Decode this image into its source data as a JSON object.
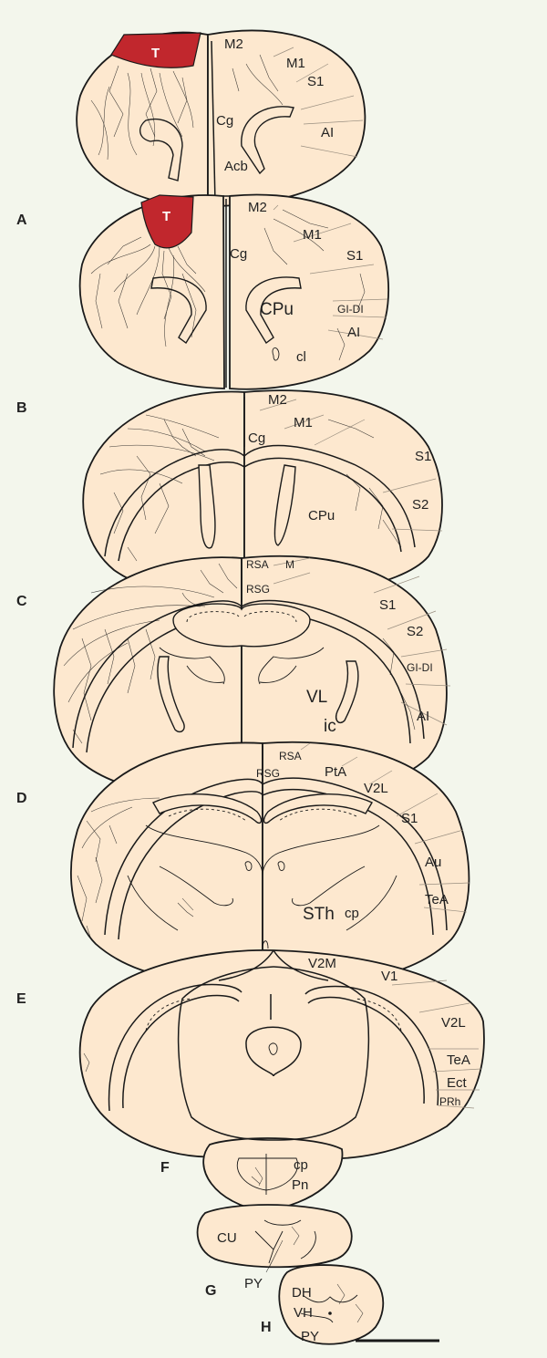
{
  "panel_letters": {
    "A": "A",
    "B": "B",
    "C": "C",
    "D": "D",
    "E": "E",
    "F": "F",
    "G": "G",
    "H": "H"
  },
  "tumor_label": "T",
  "region_labels": {
    "top": {
      "M2": "M2",
      "M1": "M1",
      "S1": "S1",
      "Cg": "Cg",
      "AI": "AI",
      "Acb": "Acb"
    },
    "a": {
      "M2": "M2",
      "M1": "M1",
      "S1": "S1",
      "Cg": "Cg",
      "CPu": "CPu",
      "GIDI": "GI-DI",
      "AI": "AI",
      "cl": "cl"
    },
    "b": {
      "M2": "M2",
      "M1": "M1",
      "Cg": "Cg",
      "S1": "S1",
      "S2": "S2",
      "CPu": "CPu"
    },
    "c": {
      "RSA": "RSA",
      "M": "M",
      "RSG": "RSG",
      "S1": "S1",
      "S2": "S2",
      "GIDI": "GI-DI",
      "VL": "VL",
      "ic": "ic",
      "AI": "AI"
    },
    "d": {
      "RSA": "RSA",
      "RSG": "RSG",
      "PtA": "PtA",
      "V2L": "V2L",
      "S1": "S1",
      "Au": "Au",
      "TeA": "TeA",
      "STh": "STh",
      "cp": "cp"
    },
    "e": {
      "V2M": "V2M",
      "V1": "V1",
      "V2L": "V2L",
      "TeA": "TeA",
      "Ect": "Ect",
      "PRh": "PRh",
      "cp": "cp",
      "Pn": "Pn"
    },
    "g": {
      "CU": "CU",
      "PY": "PY"
    },
    "h": {
      "DH": "DH",
      "VH": "VH",
      "PY": "PY"
    }
  },
  "colors": {
    "background": "#f3f6ec",
    "tissue": "#fde8cf",
    "tumor": "#c1272d",
    "ink": "#1a1a1a"
  }
}
